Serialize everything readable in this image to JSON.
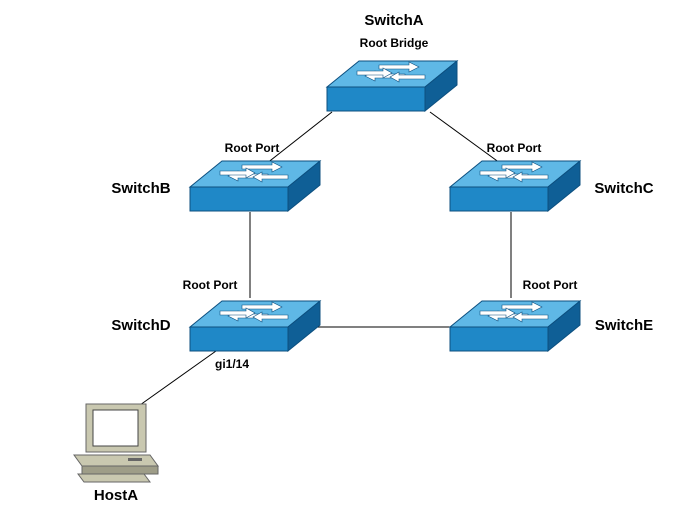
{
  "colors": {
    "switch_top": "#5fb8e6",
    "switch_front": "#1f88c7",
    "switch_side": "#0f5f96",
    "link": "#000000",
    "pc_body": "#c9c8b0"
  },
  "switches": {
    "a": {
      "name": "SwitchA",
      "note": "Root Bridge"
    },
    "b": {
      "name": "SwitchB",
      "port_label": "Root Port"
    },
    "c": {
      "name": "SwitchC",
      "port_label": "Root Port"
    },
    "d": {
      "name": "SwitchD",
      "port_label": "Root Port",
      "host_port": "gi1/14"
    },
    "e": {
      "name": "SwitchE",
      "port_label": "Root Port"
    }
  },
  "host": {
    "name": "HostA",
    "icon": "desktop-computer-icon"
  },
  "switch_icon": "network-switch-icon"
}
